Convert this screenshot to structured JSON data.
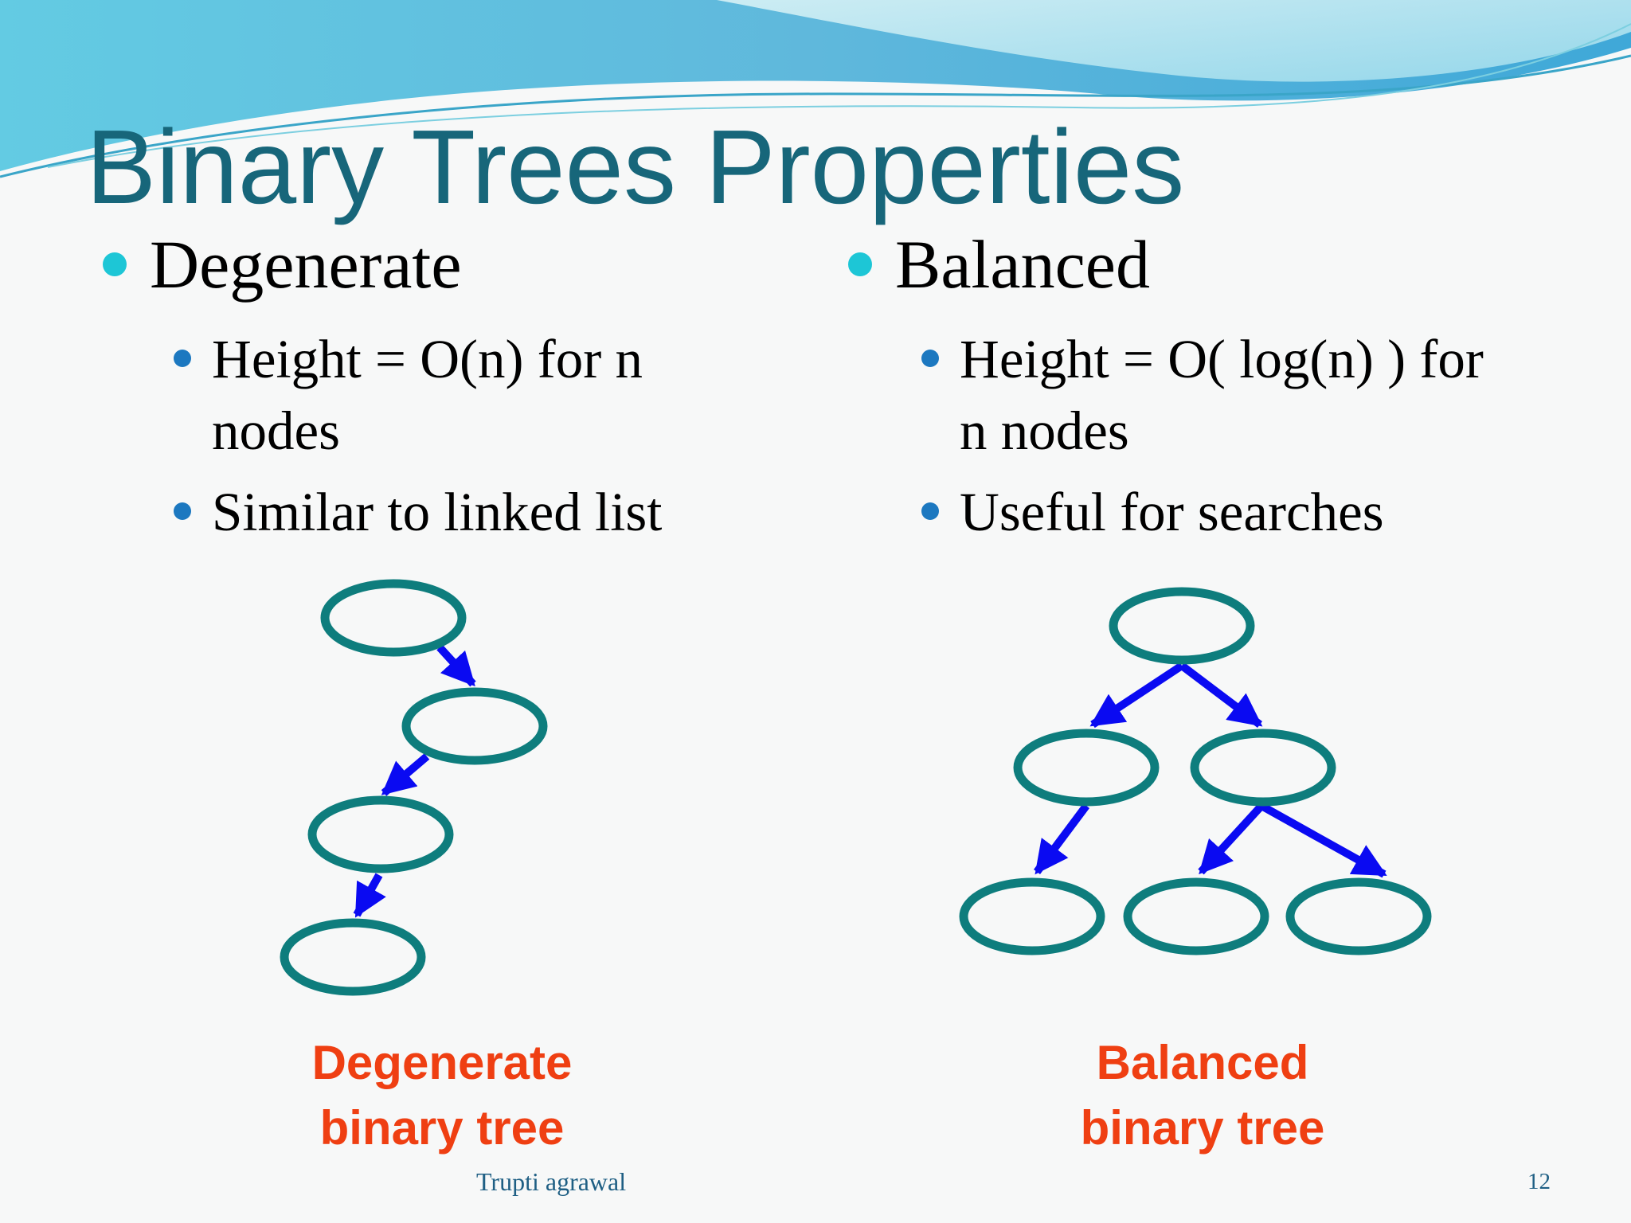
{
  "slide": {
    "title": "Binary Trees Properties",
    "footer_author": "Trupti agrawal",
    "page_number": "12"
  },
  "left_column": {
    "heading": "Degenerate",
    "points": [
      "Height = O(n) for n nodes",
      "Similar to linked list"
    ],
    "caption_line1": "Degenerate",
    "caption_line2": "binary tree"
  },
  "right_column": {
    "heading": "Balanced",
    "points": [
      "Height = O( log(n) ) for n nodes",
      "Useful for searches"
    ],
    "caption_line1": "Balanced",
    "caption_line2": "binary tree"
  },
  "colors": {
    "title": "#17667a",
    "node_stroke": "#0e7d7d",
    "edge": "#0a0af2",
    "caption": "#ef3f12",
    "bullet_level1": "#1dc6d6",
    "bullet_level2": "#1c78c0"
  }
}
